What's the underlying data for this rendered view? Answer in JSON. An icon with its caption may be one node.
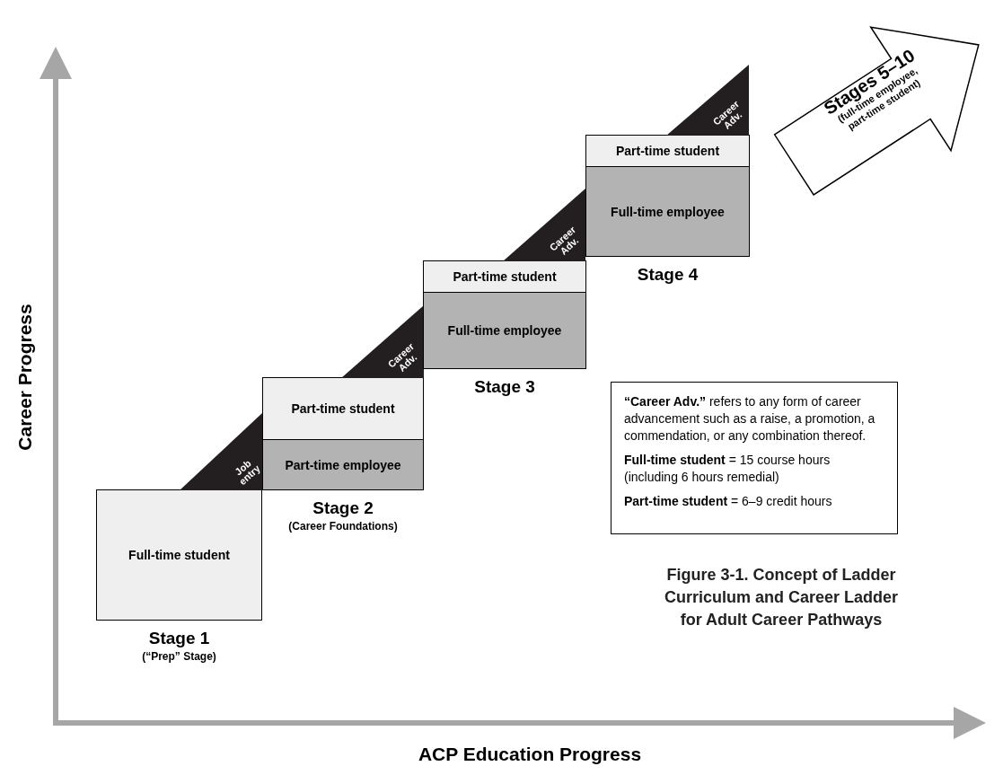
{
  "diagram": {
    "caption": "Figure 3-1. Concept of Ladder Curriculum and Career Ladder for Adult Career Pathways",
    "nodes": [
      {
        "text": [
          "Full-time student"
        ],
        "beside": [
          "Stage 1",
          "(“Prep” Stage)"
        ]
      },
      {
        "text": [
          "Job entry"
        ]
      },
      {
        "text": [
          "Part-time student"
        ]
      },
      {
        "text": [
          "Part-time employee"
        ],
        "beside": [
          "Stage 2",
          "(Career Foundations)"
        ]
      },
      {
        "text": [
          "Career Adv."
        ]
      },
      {
        "text": [
          "Part-time student"
        ]
      },
      {
        "text": [
          "Full-time employee"
        ],
        "beside": [
          "Stage 3"
        ]
      },
      {
        "text": [
          "Career Adv."
        ]
      },
      {
        "text": [
          "Part-time student"
        ]
      },
      {
        "text": [
          "Full-time employee"
        ],
        "beside": [
          "Stage 4"
        ]
      },
      {
        "text": [
          "Career Adv."
        ]
      },
      {
        "text": [
          "Stages 5–10",
          "(full-time employee, part-time student)"
        ]
      },
      {
        "text": [
          "**“Career Adv.”** refers to any form of career advancement such as a raise, a promotion, a commendation, or any combination thereof.",
          "**Full-time student** = 15 course hours (including 6 hours remedial)",
          "**Part-time student** = 6–9 credit hours"
        ]
      }
    ],
    "edges": [],
    "labels": [
      "Career Progress",
      "ACP Education Progress"
    ]
  }
}
